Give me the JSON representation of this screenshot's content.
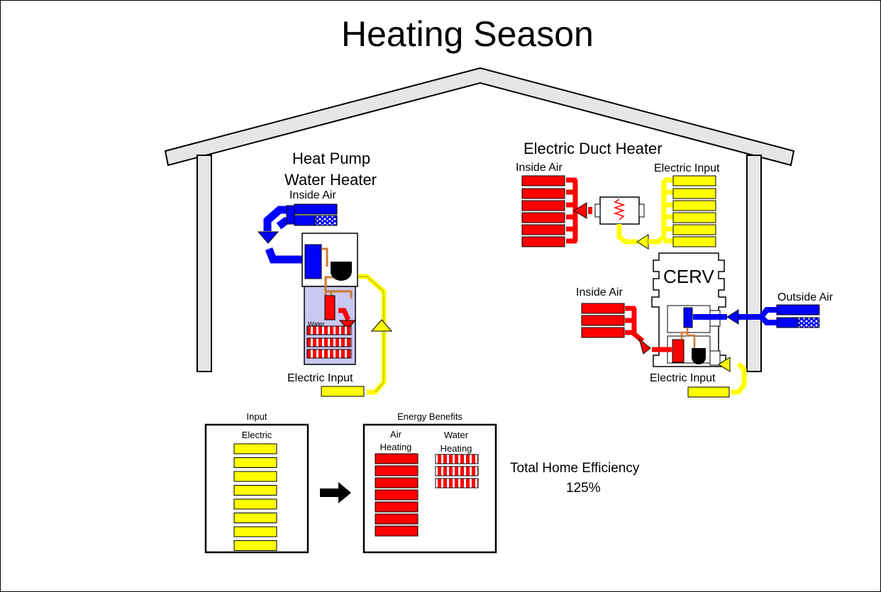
{
  "title": "Heating Season",
  "heat_pump_water_heater": {
    "title_line1": "Heat Pump",
    "title_line2": "Water Heater",
    "inside_air": "Inside Air",
    "water": "Water",
    "electric_input": "Electric Input"
  },
  "electric_duct_heater": {
    "title": "Electric Duct Heater",
    "inside_air": "Inside Air",
    "electric_input": "Electric Input"
  },
  "cerv": {
    "label": "CERV",
    "inside_air": "Inside Air",
    "outside_air": "Outside Air",
    "electric_input": "Electric Input"
  },
  "summary": {
    "input_heading": "Input",
    "input_label": "Electric",
    "input_blocks": 8,
    "benefits_heading": "Energy Benefits",
    "air_heading_line1": "Air",
    "air_heading_line2": "Heating",
    "air_blocks": 7,
    "water_heading_line1": "Water",
    "water_heading_line2": "Heating",
    "water_blocks": 3,
    "efficiency_label": "Total Home Efficiency",
    "efficiency_value": "125%"
  },
  "colors": {
    "electric": "#ffff00",
    "air_heating": "#ff0000",
    "cool_air": "#0000ff",
    "house": "#e6e6e6",
    "tank_water": "#c8c8f0",
    "pipe": "#cc7a33"
  }
}
